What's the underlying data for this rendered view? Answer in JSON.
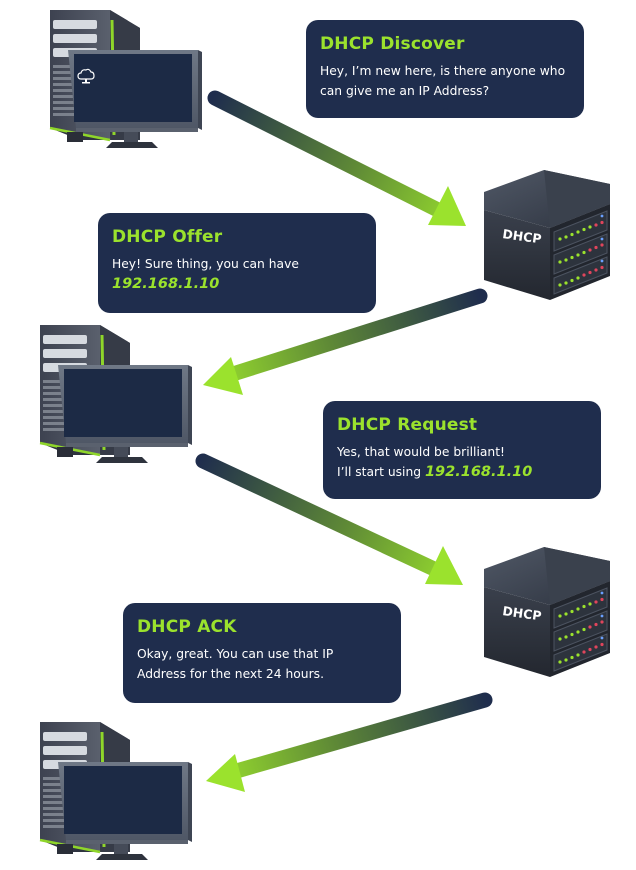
{
  "colors": {
    "bubble_bg": "#1f2d4d",
    "accent_green": "#9be22d",
    "text_white": "#ffffff",
    "arrow_dark": "#1f2d4d",
    "tower_body": "#4a4f5a",
    "monitor_screen": "#1c2a45"
  },
  "messages": [
    {
      "id": "discover",
      "title": "DHCP Discover",
      "lines": [
        "Hey, I’m new here, is there anyone who",
        "can give me an IP Address?"
      ]
    },
    {
      "id": "offer",
      "title": "DHCP Offer",
      "lines": [
        "Hey! Sure thing, you can have"
      ],
      "ip": "192.168.1.10"
    },
    {
      "id": "request",
      "title": "DHCP Request",
      "lines": [
        "Yes, that would be brilliant!",
        "I’ll start using"
      ],
      "ip": "192.168.1.10"
    },
    {
      "id": "ack",
      "title": "DHCP ACK",
      "lines": [
        "Okay, great. You can use that IP",
        "Address for the next 24 hours."
      ]
    }
  ],
  "servers": [
    {
      "label": "DHCP"
    },
    {
      "label": "DHCP"
    }
  ],
  "clients": [
    {
      "icon": "desktop-computer-icon"
    },
    {
      "icon": "desktop-computer-icon"
    },
    {
      "icon": "desktop-computer-icon"
    }
  ],
  "arrows": [
    {
      "from": "client",
      "to": "server",
      "message": "discover"
    },
    {
      "from": "server",
      "to": "client",
      "message": "offer"
    },
    {
      "from": "client",
      "to": "server",
      "message": "request"
    },
    {
      "from": "server",
      "to": "client",
      "message": "ack"
    }
  ]
}
